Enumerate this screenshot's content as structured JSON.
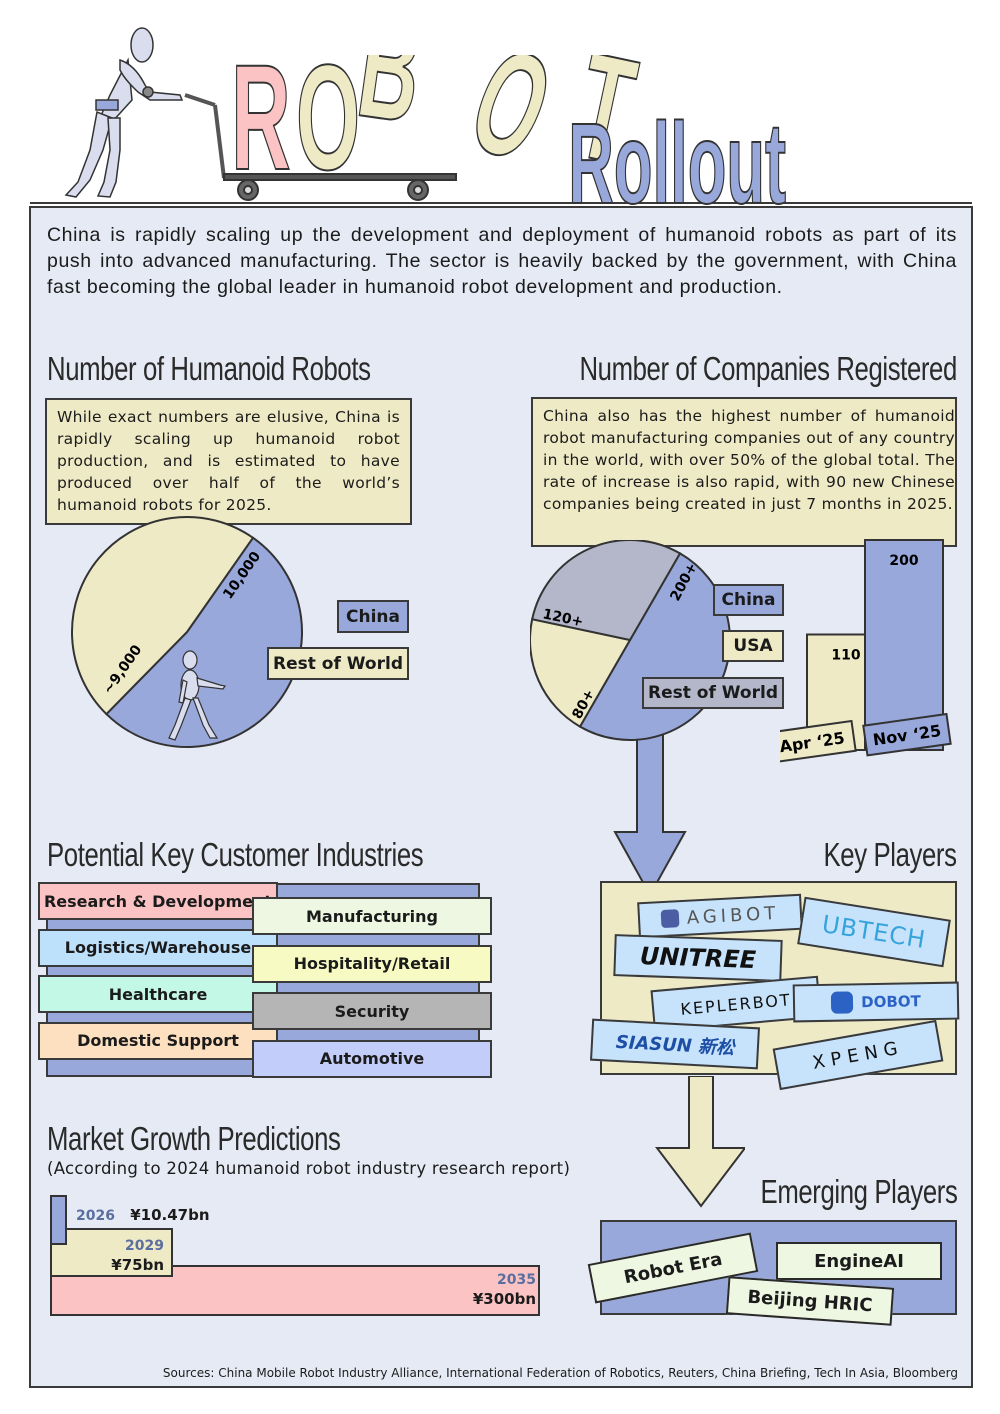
{
  "header": {
    "title_part1_letters": [
      "R",
      "O",
      "B",
      "O",
      "T"
    ],
    "title_part2": "Rollout",
    "colors": {
      "r": "#fbc3c3",
      "obot": "#efeac6",
      "rollout": "#98a8da"
    }
  },
  "intro": "China is rapidly scaling up the development and deployment of humanoid robots as part of its push into advanced manufacturing. The sector is heavily backed by the government, with China fast becoming the global leader in humanoid robot development and production.",
  "robots_section": {
    "title": "Number of Humanoid Robots",
    "note": "While exact numbers are elusive, China is rapidly scaling up humanoid robot production, and is estimated to have produced over half of the world’s humanoid robots for 2025.",
    "legend": [
      {
        "label": "China",
        "color": "#98a8da"
      },
      {
        "label": "Rest of World",
        "color": "#efeac6"
      }
    ]
  },
  "companies_section": {
    "title": "Number of Companies Registered",
    "note": "China also has the highest number of humanoid robot manufacturing companies out of any country in the world, with over 50% of the global total. The rate of increase is also rapid, with 90 new Chinese companies being created in just 7 months in 2025.",
    "legend": [
      {
        "label": "China",
        "color": "#98a8da"
      },
      {
        "label": "USA",
        "color": "#efeac6"
      },
      {
        "label": "Rest of World",
        "color": "#b3b7c9"
      }
    ]
  },
  "industries_section": {
    "title": "Potential Key Customer Industries",
    "left": [
      {
        "label": "Research & Development",
        "color": "#fbc3c3"
      },
      {
        "label": "Logistics/Warehouse",
        "color": "#bde0fb"
      },
      {
        "label": "Healthcare",
        "color": "#c3f7e6"
      },
      {
        "label": "Domestic Support",
        "color": "#fde0c0"
      }
    ],
    "right": [
      {
        "label": "Manufacturing",
        "color": "#eef7e2"
      },
      {
        "label": "Hospitality/Retail",
        "color": "#f7fbc3"
      },
      {
        "label": "Security",
        "color": "#b5b5b5"
      },
      {
        "label": "Automotive",
        "color": "#c3cdf9"
      }
    ]
  },
  "key_players": {
    "title": "Key Players",
    "logos": [
      "AGIBOT",
      "UBTECH",
      "UNITREE",
      "KEPLERBOT",
      "DOBOT",
      "SIASUN 新松",
      "XPENG"
    ]
  },
  "emerging_players": {
    "title": "Emerging Players",
    "items": [
      "Robot Era",
      "EngineAI",
      "Beijing HRIC"
    ]
  },
  "market_section": {
    "title": "Market Growth Predictions",
    "subtitle": "(According to 2024 humanoid robot industry research report)"
  },
  "sources": "Sources: China Mobile Robot Industry Alliance, International Federation of Robotics, Reuters, China Briefing, Tech In Asia, Bloomberg",
  "chart_data": [
    {
      "type": "pie",
      "title": "Number of Humanoid Robots",
      "categories": [
        "China",
        "Rest of World"
      ],
      "values": [
        10000,
        9000
      ],
      "labels": [
        "10,000",
        "~9,000"
      ],
      "colors": [
        "#98a8da",
        "#efeac6"
      ]
    },
    {
      "type": "pie",
      "title": "Number of Companies Registered",
      "categories": [
        "China",
        "USA",
        "Rest of World"
      ],
      "values": [
        200,
        80,
        120
      ],
      "labels": [
        "200+",
        "80+",
        "120+"
      ],
      "colors": [
        "#98a8da",
        "#efeac6",
        "#b3b7c9"
      ]
    },
    {
      "type": "bar",
      "title": "Chinese humanoid robot companies",
      "categories": [
        "Apr ‘25",
        "Nov ‘25"
      ],
      "values": [
        110,
        200
      ],
      "labels": [
        "110",
        "200"
      ],
      "colors": [
        "#efeac6",
        "#98a8da"
      ]
    },
    {
      "type": "bar",
      "title": "Market Growth Predictions",
      "categories": [
        "2026",
        "2029",
        "2035"
      ],
      "values": [
        10.47,
        75,
        300
      ],
      "labels": [
        "¥10.47bn",
        "¥75bn",
        "¥300bn"
      ],
      "unit": "¥bn",
      "colors": [
        "#98a8da",
        "#efeac6",
        "#fbc3c3"
      ]
    }
  ]
}
